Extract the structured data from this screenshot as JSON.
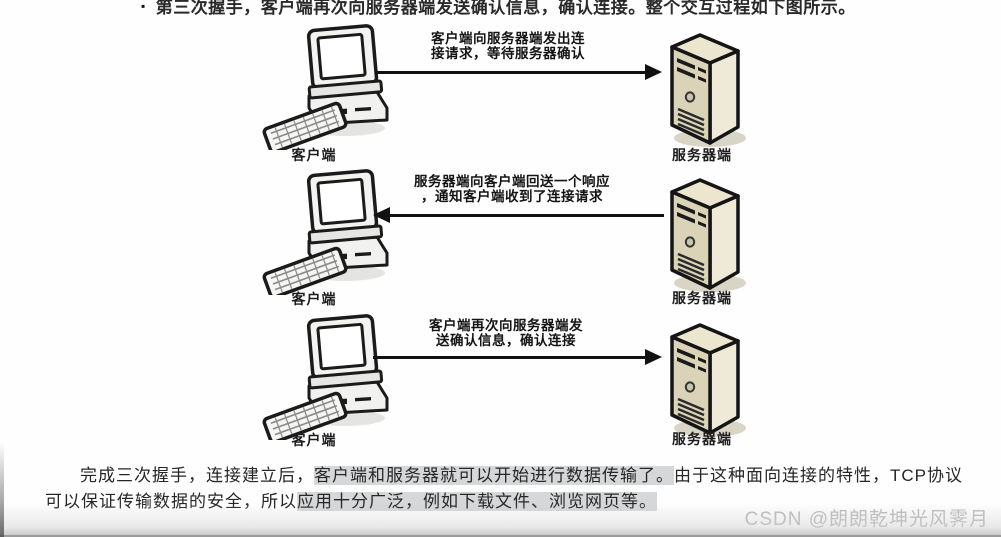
{
  "header": {
    "bullet": "▪",
    "text": "第三次握手，客户端再次向服务器端发送确认信息，确认连接。整个交互过程如下图所示。"
  },
  "diagram": {
    "rows": [
      {
        "client_label": "客户端",
        "server_label": "服务器端",
        "arrow_direction": "right",
        "message_line1": "客户端向服务器端发出连",
        "message_line2": "接请求，等待服务器确认"
      },
      {
        "client_label": "客户端",
        "server_label": "服务器端",
        "arrow_direction": "left",
        "message_line1": "服务器端向客户端回送一个响应",
        "message_line2": "，通知客户端收到了连接请求"
      },
      {
        "client_label": "客户端",
        "server_label": "服务器端",
        "arrow_direction": "right",
        "message_line1": "客户端再次向服务器端发",
        "message_line2": "送确认信息，确认连接"
      }
    ]
  },
  "paragraph": {
    "line1_pre": "完成三次握手，连接建立后，",
    "line1_highlight": "客户端和服务器就可以开始进行数据传输了。",
    "line1_post": "由于这种面向连接的特性，TCP协议",
    "line2_pre": "可以保证传输数据的安全，所以",
    "line2_highlight": "应用十分广泛，例如下载文件、浏览网页等。"
  },
  "watermark": {
    "text": "CSDN @朗朗乾坤光风霁月"
  },
  "colors": {
    "highlight": "#d6d7d9",
    "arrow": "#111111",
    "server_front": "#dad3b8",
    "server_side": "#efead8",
    "server_top": "#ece6ce",
    "watermark": "#b9b9b9"
  }
}
